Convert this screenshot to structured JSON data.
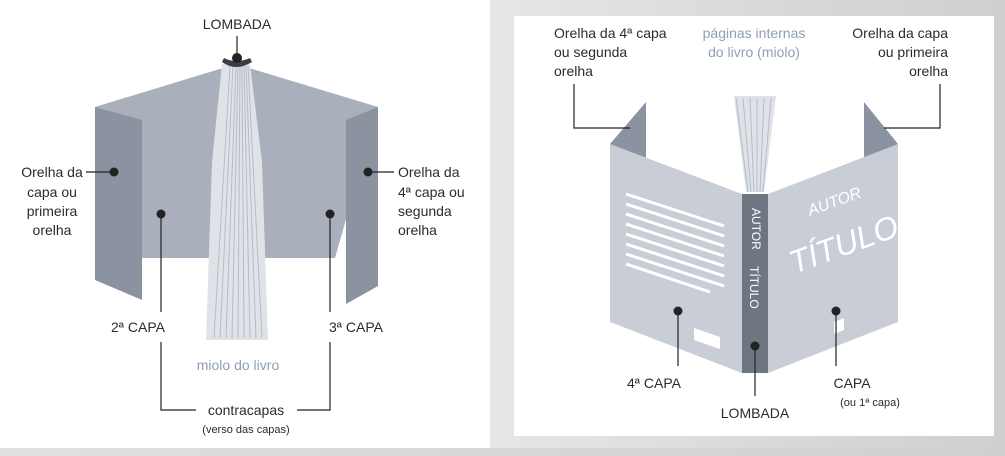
{
  "left_diagram": {
    "lombada": "LOMBADA",
    "orelha_capa": [
      "Orelha da",
      "capa ou",
      "primeira",
      "orelha"
    ],
    "orelha_4capa": [
      "Orelha da",
      "4ª capa ou",
      "segunda",
      "orelha"
    ],
    "segunda_capa": "2ª CAPA",
    "terceira_capa": "3ª CAPA",
    "miolo": "miolo do livro",
    "contracapas": "contracapas",
    "verso": "(verso das capas)"
  },
  "right_diagram": {
    "orelha_4capa": [
      "Orelha da 4ª capa",
      "ou segunda",
      "orelha"
    ],
    "paginas_internas": [
      "páginas internas",
      "do livro (miolo)"
    ],
    "orelha_capa": [
      "Orelha da capa",
      "ou primeira",
      "orelha"
    ],
    "autor_cover": "AUTOR",
    "titulo_cover": "TÍTULO",
    "autor_spine": "AUTOR",
    "titulo_spine": "TÍTULO",
    "quarta_capa": "4ª CAPA",
    "lombada": "LOMBADA",
    "capa": "CAPA",
    "primeira_capa": "(ou 1ª capa)"
  },
  "colors": {
    "dark_panel": "#8a939f",
    "mid_panel": "#a9b0bb",
    "light_panel": "#c9ced6",
    "spine": "#6e7681",
    "pages": "#dfe3e8",
    "blue_label": "#8f9fb5",
    "line": "#222222"
  }
}
